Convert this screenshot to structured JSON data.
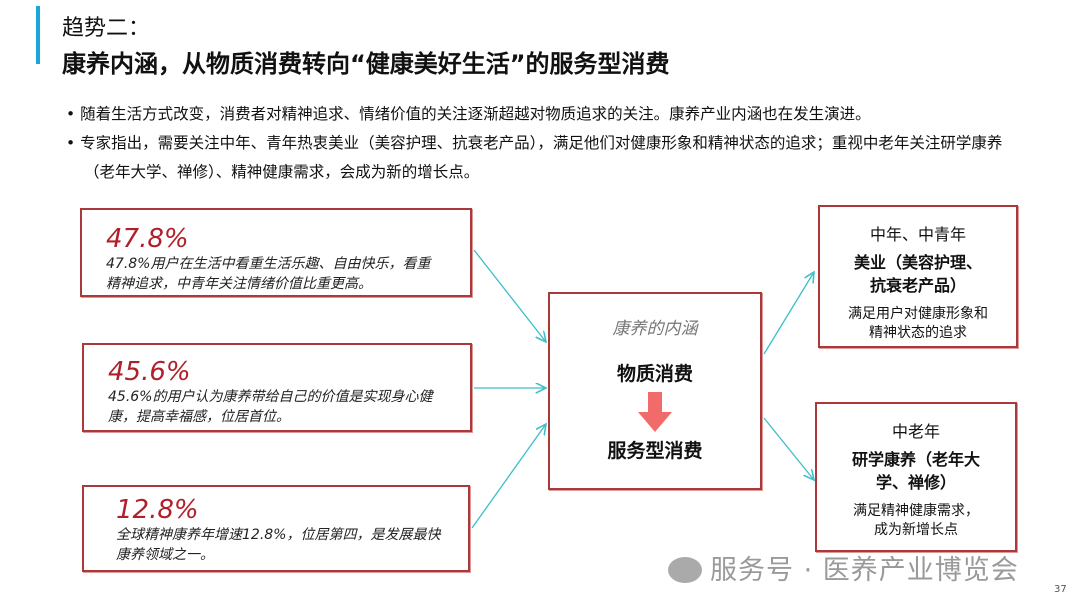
{
  "title": {
    "line1": "趋势二：",
    "line2": "康养内涵，从物质消费转向“健康美好生活”的服务型消费"
  },
  "bullets": [
    "随着生活方式改变，消费者对精神追求、情绪价值的关注逐渐超越对物质追求的关注。康养产业内涵也在发生演进。",
    "专家指出，需要关注中年、青年热衷美业（美容护理、抗衰老产品），满足他们对健康形象和精神状态的追求；重视中老年关注研学康养（老年大学、禅修）、精神健康需求，会成为新的增长点。"
  ],
  "stats": [
    {
      "value": "47.8%",
      "desc": "47.8%用户在生活中看重生活乐趣、自由快乐，看重精神追求，中青年关注情绪价值比重更高。"
    },
    {
      "value": "45.6%",
      "desc": "45.6%的用户认为康养带给自己的价值是实现身心健康，提高幸福感，位居首位。"
    },
    {
      "value": "12.8%",
      "desc": "全球精神康养年增速12.8%，位居第四，是发展最快康养领域之一。"
    }
  ],
  "center": {
    "title": "康养的内涵",
    "from": "物质消费",
    "to": "服务型消费"
  },
  "right": [
    {
      "group": "中年、中青年",
      "focus": "美业（美容护理、抗衰老产品）",
      "desc": "满足用户对健康形象和精神状态的追求"
    },
    {
      "group": "中老年",
      "focus": "研学康养（老年大学、禅修）",
      "desc": "满足精神健康需求，成为新增长点"
    }
  ],
  "watermark": "服务号 · 医养产业博览会",
  "page_number": "37",
  "colors": {
    "accent": "#1aa6d9",
    "border": "#a83a3a",
    "percent": "#b0202a",
    "arrow": "#3bbfc8",
    "down_arrow": "#f26b6b"
  }
}
